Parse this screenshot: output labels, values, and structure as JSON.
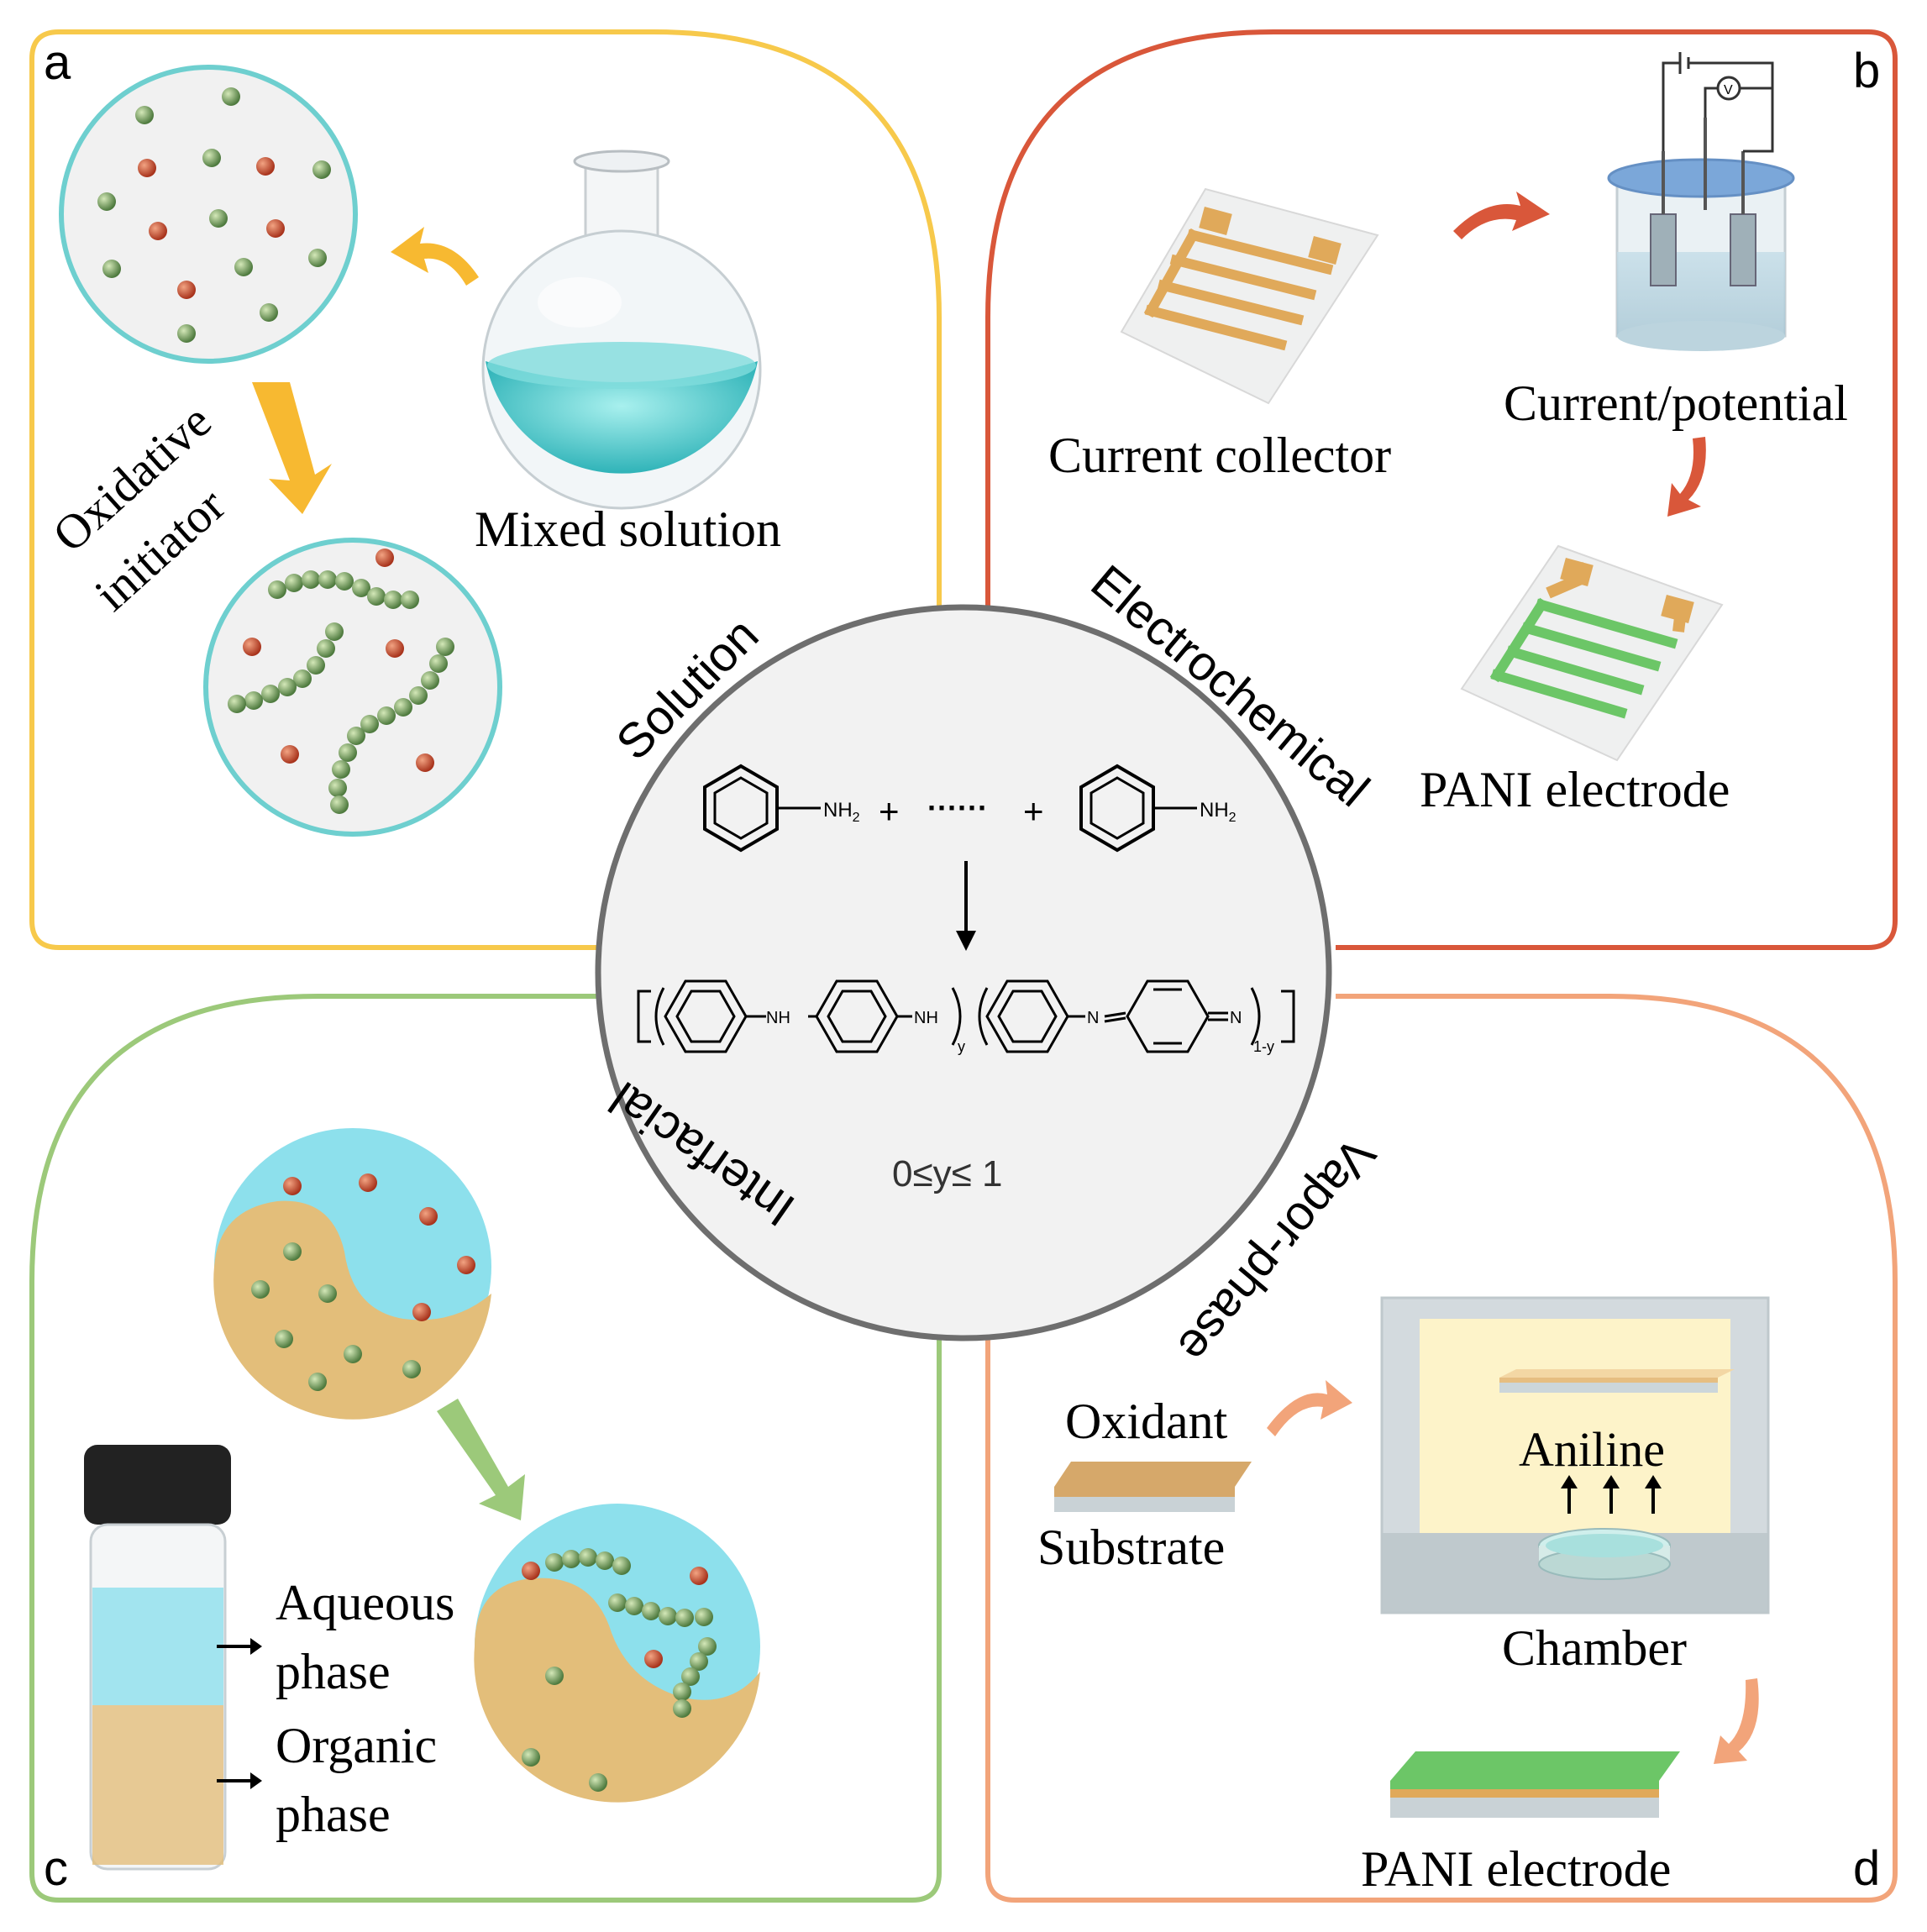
{
  "colors": {
    "panel_a": "#F7C94B",
    "panel_b": "#D9573A",
    "panel_c": "#9CC97A",
    "panel_d": "#F2A47A",
    "center_ring": "#6e6e6e",
    "teal": "#6ECFCF",
    "green_ball": "#6F9A5C",
    "red_ball": "#C2452C",
    "aqueous": "#8DE0EC",
    "organic": "#E3BE7A",
    "electrode_gold": "#E0A95A",
    "electrode_green": "#6CC667"
  },
  "panel_letters": {
    "a": "a",
    "b": "b",
    "c": "c",
    "d": "d"
  },
  "method_labels": {
    "solution": "Solution",
    "electrochemical": "Electrochemical",
    "interfacial": "Interfacial",
    "vapor": "Vapor-phase"
  },
  "panel_a": {
    "flask_label": "Mixed solution",
    "initiator_line1": "Oxidative",
    "initiator_line2": "initiator"
  },
  "panel_b": {
    "collector_label": "Current collector",
    "potential_label": "Current/potential",
    "electrode_label": "PANI electrode",
    "voltmeter_symbol": "V"
  },
  "panel_c": {
    "aqueous_line1": "Aqueous",
    "aqueous_line2": "phase",
    "organic_line1": "Organic",
    "organic_line2": "phase"
  },
  "panel_d": {
    "oxidant_label": "Oxidant",
    "substrate_label": "Substrate",
    "aniline_label": "Aniline",
    "chamber_label": "Chamber",
    "electrode_label": "PANI electrode"
  },
  "center": {
    "nh2_left": "NH",
    "nh2_sub": "2",
    "plus": "+",
    "dots": "······",
    "nh2_right": "NH",
    "nh_a": "NH",
    "nh_b": "NH",
    "sub_y": "y",
    "n_a": "N",
    "n_b": "N",
    "sub_1y": "1-y",
    "range": "0≤y≤ 1"
  }
}
